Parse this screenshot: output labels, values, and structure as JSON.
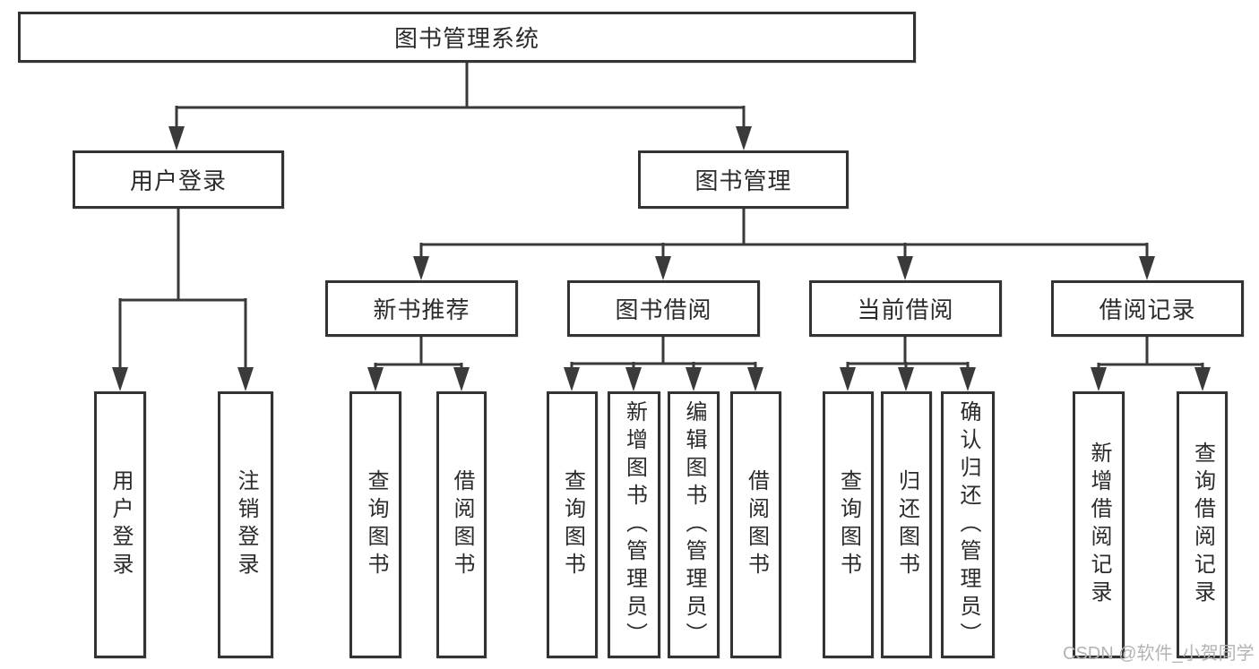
{
  "tree": {
    "label": "图书管理系统",
    "children": [
      {
        "label": "用户登录",
        "children": [
          {
            "label": "用户登录"
          },
          {
            "label": "注销登录"
          }
        ]
      },
      {
        "label": "图书管理",
        "children": [
          {
            "label": "新书推荐",
            "children": [
              {
                "label": "查询图书"
              },
              {
                "label": "借阅图书"
              }
            ]
          },
          {
            "label": "图书借阅",
            "children": [
              {
                "label": "查询图书"
              },
              {
                "label": "新增图书（管理员）"
              },
              {
                "label": "编辑图书（管理员）"
              },
              {
                "label": "借阅图书"
              }
            ]
          },
          {
            "label": "当前借阅",
            "children": [
              {
                "label": "查询图书"
              },
              {
                "label": "归还图书"
              },
              {
                "label": "确认归还（管理员）"
              }
            ]
          },
          {
            "label": "借阅记录",
            "children": [
              {
                "label": "新增借阅记录"
              },
              {
                "label": "查询借阅记录"
              }
            ]
          }
        ]
      }
    ]
  },
  "watermark": "CSDN @软件_小贺同学",
  "colors": {
    "line": "#3a3a3a",
    "box_border": "#333333",
    "text": "#2b2b2b",
    "watermark": "#b3b3b3",
    "background": "#ffffff"
  }
}
